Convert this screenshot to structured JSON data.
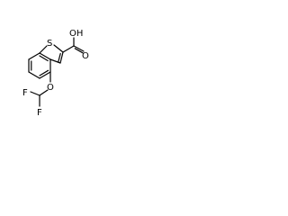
{
  "molecule": {
    "atoms": {
      "sulfur": "S",
      "hydroxyl": "OH",
      "carbonyl_oxygen": "O",
      "ether_oxygen": "O",
      "fluorine_1": "F",
      "fluorine_2": "F"
    }
  }
}
